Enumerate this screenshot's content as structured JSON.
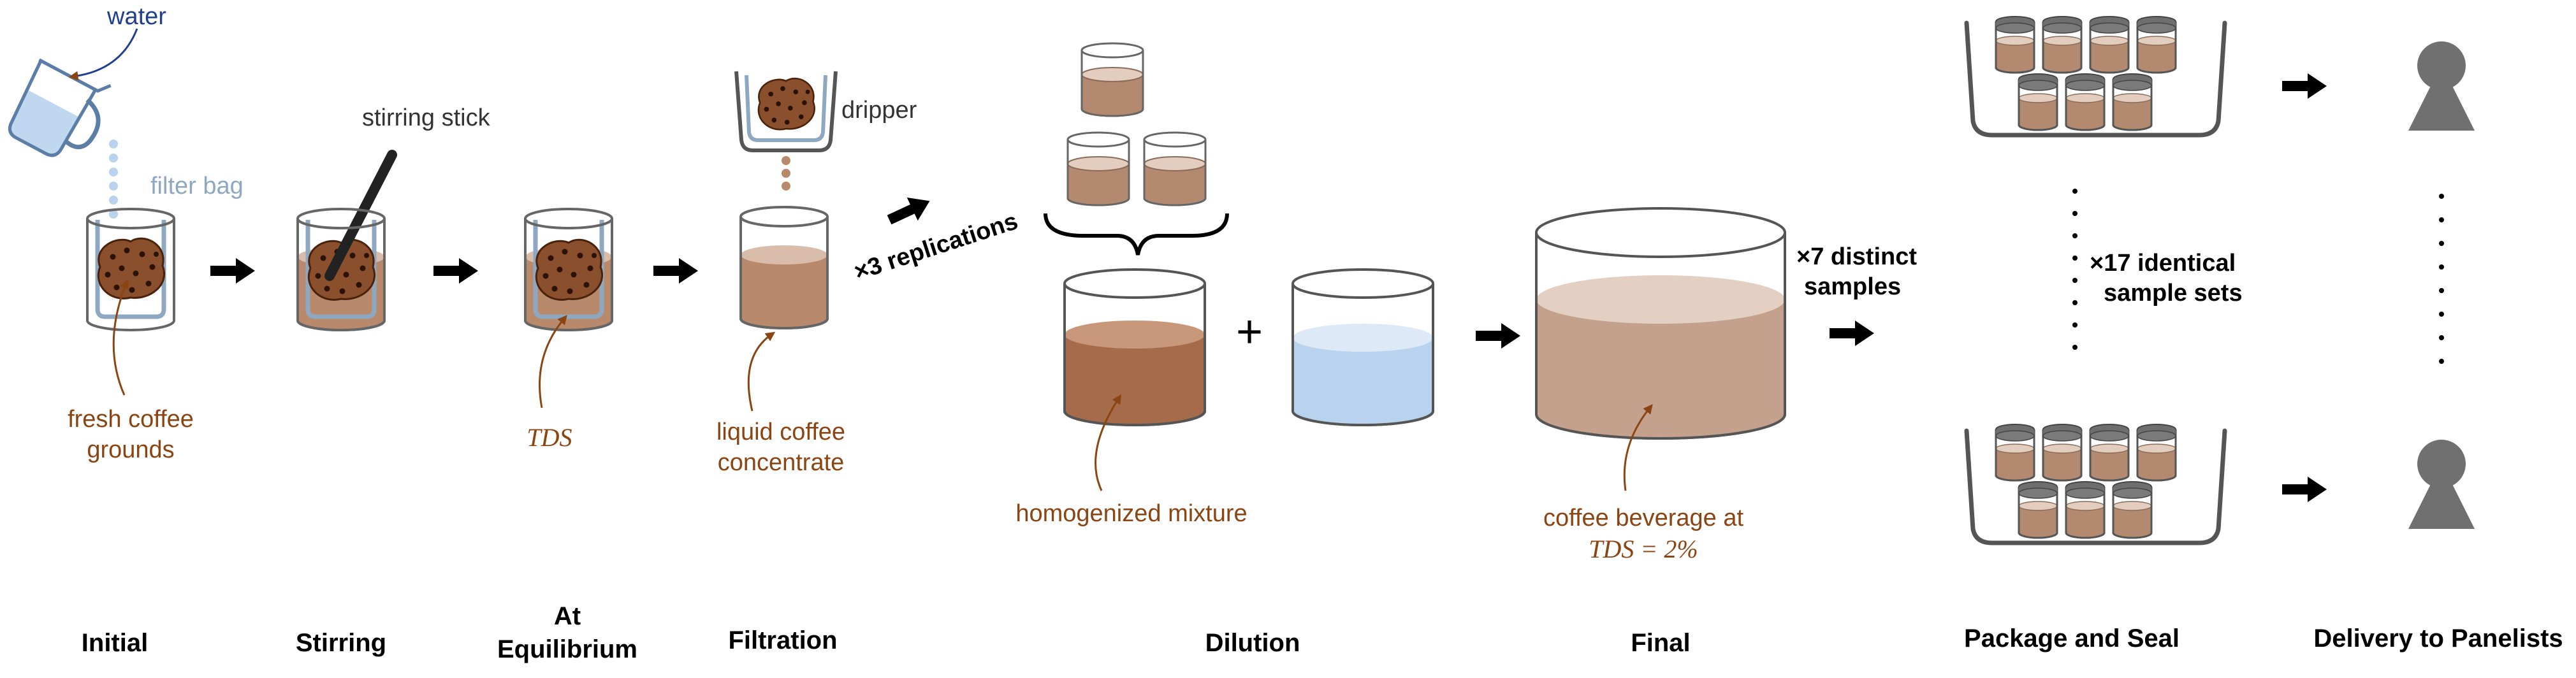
{
  "colors": {
    "coffee_dark": "#5a2d0c",
    "coffee": "#a46a4c",
    "coffee_light": "#c9a58f",
    "liquid_top": "#d9bca9",
    "water": "#b9d3ee",
    "annotation": "#8b4513",
    "filter": "#8fa8c2",
    "person": "#707070"
  },
  "stages": {
    "initial": "Initial",
    "stirring": "Stirring",
    "equilibrium_1": "At",
    "equilibrium_2": "Equilibrium",
    "filtration": "Filtration",
    "dilution": "Dilution",
    "final": "Final",
    "package": "Package and Seal",
    "delivery": "Delivery to Panelists"
  },
  "labels": {
    "water": "water",
    "filter_bag": "filter bag",
    "stirring_stick": "stirring stick",
    "dripper": "dripper",
    "fresh_grounds_1": "fresh coffee",
    "fresh_grounds_2": "grounds",
    "tds": "TDS",
    "liquid_concentrate_1": "liquid coffee",
    "liquid_concentrate_2": "concentrate",
    "replications": "×3 replications",
    "homogenized": "homogenized mixture",
    "plus": "+",
    "beverage_1": "coffee beverage at",
    "beverage_2": "TDS = 2%",
    "distinct_1": "×7  distinct",
    "distinct_2": "samples",
    "identical_1": "×17  identical",
    "identical_2": "sample sets"
  },
  "icons": {
    "arrow": "right-arrow-icon",
    "person": "person-icon",
    "pitcher": "pitcher-icon"
  }
}
